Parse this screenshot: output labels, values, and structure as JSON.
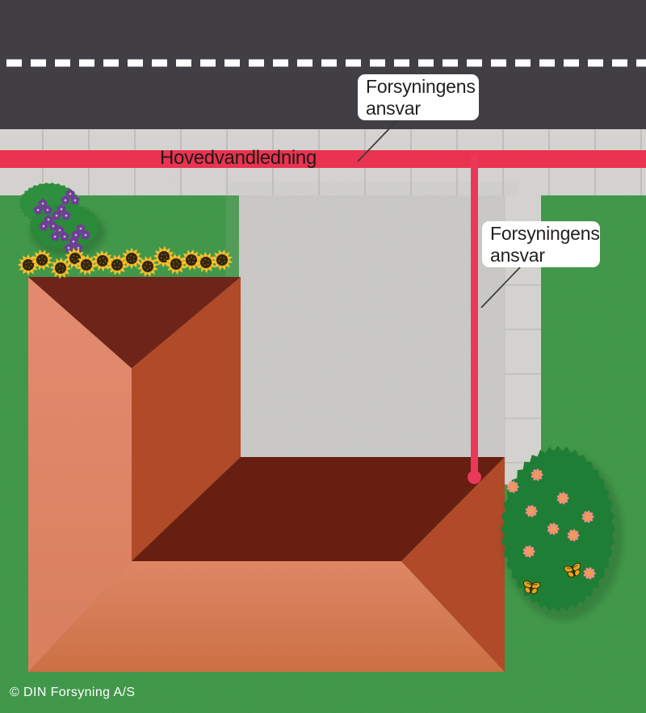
{
  "labels": {
    "main_line": "Hovedvandledning",
    "callout_top": {
      "line1": "Forsyningens",
      "line2": "ansvar"
    },
    "callout_right": {
      "line1": "Forsyningens",
      "line2": "ansvar"
    },
    "copyright": "© DIN Forsyning A/S"
  },
  "scene": {
    "type": "utility-responsibility-diagram",
    "decorations": {
      "sunflowers": 14,
      "violet_clusters": 6,
      "pink_flowers": 8,
      "butterflies": 2
    }
  },
  "colors": {
    "road": "#413f43",
    "roadLine": "#ffffff",
    "pavement": "#d4d3d0",
    "pavementJoint": "#b9b8b5",
    "driveway": "#cbcac7",
    "path": "#d3d2cf",
    "pathJoint": "#bdbcb9",
    "lawn": "#3d9646",
    "mainLine": "#e93350",
    "pipe": "#e9395a",
    "leader": "#3a3a3a",
    "labelBg": "#ffffff",
    "labelText": "#231f20",
    "roofLight": "#e28b6f",
    "roofLightDeep": "#d97f5e",
    "roofRust": "#b04a28",
    "roofDark": "#6f2419",
    "roofDarker": "#671f11",
    "roofSouthTop": "#de8765",
    "roofSouthBottom": "#cc7044",
    "bushLeft": "#2e8f3e",
    "bushLeftB": "#2a8a3a",
    "bushRight": "#1f7e35",
    "bushShadow": "#14421c",
    "violet": "#6f3d96",
    "violetDark": "#2c1440",
    "violetCenter": "#ffffff",
    "sunPetalOuter": "#f2c430",
    "sunPetalInner": "#e2a11f",
    "sunCenter": "#33250e",
    "sunSpeckle": "#8a6a1f",
    "pinkPetal": "#f0907f",
    "pinkCenter": "#eca438",
    "wing": "#e0a61f",
    "wingDark": "#2e2208",
    "copyright": "#ffffff"
  }
}
